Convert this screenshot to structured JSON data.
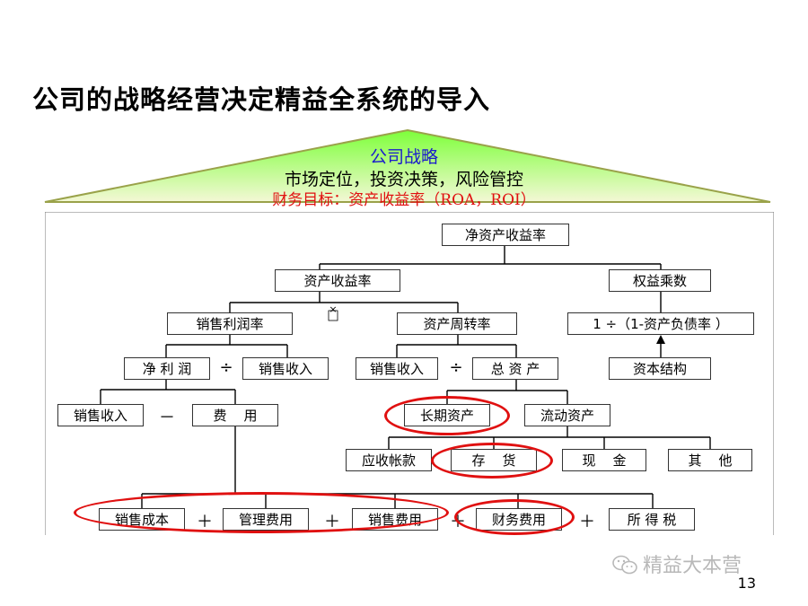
{
  "title": "公司的战略经营决定精益全系统的导入",
  "pyramid": {
    "line1": "公司战略",
    "line2": "市场定位，投资决策，风险管控",
    "line3": "财务目标：资产收益率（ROA，ROI）"
  },
  "nodes": {
    "roe": "净资产收益率",
    "roa": "资产收益率",
    "equity_multiplier": "权益乘数",
    "profit_margin": "销售利润率",
    "asset_turnover": "资产周转率",
    "leverage_formula": "1 ÷（1-资产负债率 ）",
    "net_profit": "净 利 润",
    "sales_revenue_1": "销售收入",
    "sales_revenue_2": "销售收入",
    "total_assets": "总 资 产",
    "capital_structure": "资本结构",
    "sales_revenue_3": "销售收入",
    "expenses": "费    用",
    "long_term_assets": "长期资产",
    "current_assets": "流动资产",
    "receivables": "应收帐款",
    "inventory": "存    货",
    "cash": "现    金",
    "others": "其    他",
    "cost_of_sales": "销售成本",
    "admin_expense": "管理费用",
    "selling_expense": "销售费用",
    "finance_expense": "财务费用",
    "income_tax": "所 得 税"
  },
  "operators": {
    "multiply": "×",
    "divide_1": "÷",
    "divide_2": "÷",
    "minus": "－",
    "plus_1": "＋",
    "plus_2": "＋",
    "plus_3": "＋",
    "plus_4": "＋"
  },
  "watermark": "精益大本营",
  "page_number": "13",
  "colors": {
    "pyramid_top": "#7dff3a",
    "pyramid_bottom": "#eef7c8",
    "pyramid_border": "#9aa24a",
    "highlight": "#e01010",
    "strategy_text": "#1a1acc"
  }
}
